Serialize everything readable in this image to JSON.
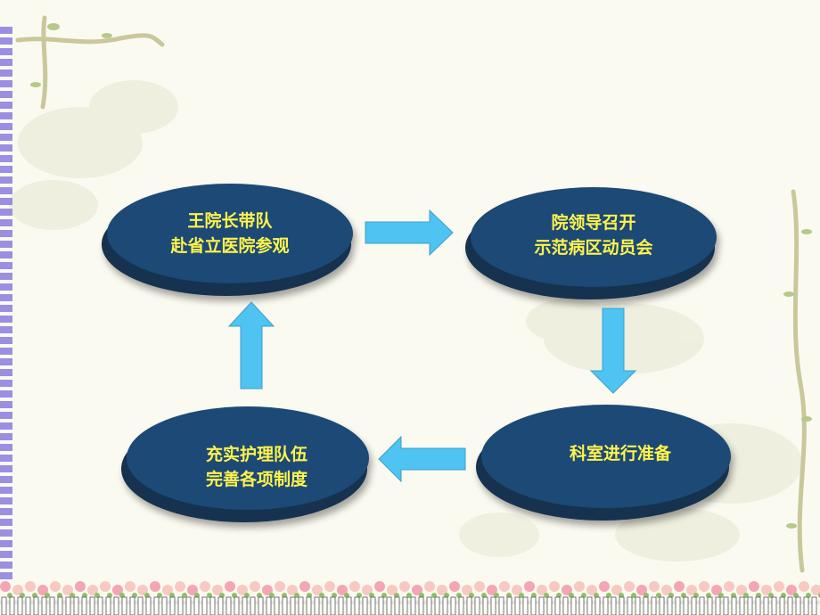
{
  "nodes": [
    {
      "lines": [
        "王院长带队",
        "赴省立医院参观"
      ]
    },
    {
      "lines": [
        "院领导召开",
        "示范病区动员会"
      ]
    },
    {
      "lines": [
        "科室进行准备"
      ]
    },
    {
      "lines": [
        "充实护理队伍",
        "完善各项制度"
      ]
    }
  ],
  "colors": {
    "node_fill": "#1e4a74",
    "node_side": "#12314f",
    "label_text": "#fff34d",
    "arrow_fill": "#4fc3f2",
    "background": "#fbfaf0"
  }
}
